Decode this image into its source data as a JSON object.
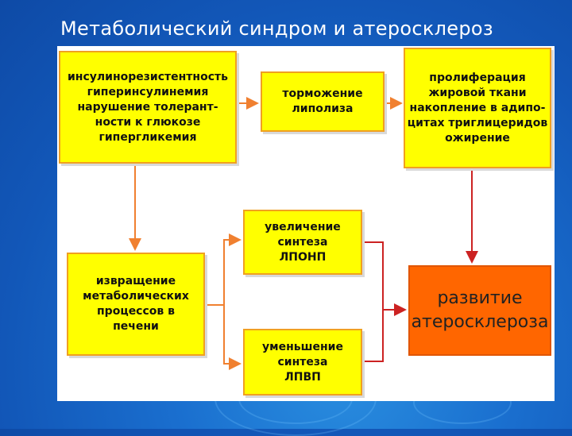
{
  "title": "Метаболический синдром и атеросклероз",
  "boxes": {
    "insulin": [
      "инсулинорезистентность",
      "гиперинсулинемия",
      "нарушение толерант-",
      "ности к глюкозе",
      "гипергликемия"
    ],
    "lipolysis": [
      "торможение",
      "липолиза"
    ],
    "proliferation": [
      "пролиферация",
      "жировой ткани",
      "накопление в адипо-",
      "цитах триглицеридов",
      "ожирение"
    ],
    "liver": [
      "извращение",
      "метаболических",
      "процессов в",
      "печени"
    ],
    "vldl": [
      "увеличение",
      "синтеза",
      "ЛПОНП"
    ],
    "hdl": [
      "уменьшение",
      "синтеза",
      "ЛПВП"
    ],
    "result": [
      "развитие",
      "атеросклероза"
    ]
  },
  "colors": {
    "box_fill": "#ffff00",
    "box_border": "#f0a020",
    "arrow_orange": "#f08030",
    "arrow_red": "#cc2222",
    "result_fill": "#ff6600",
    "background": "#1a6fcf"
  }
}
